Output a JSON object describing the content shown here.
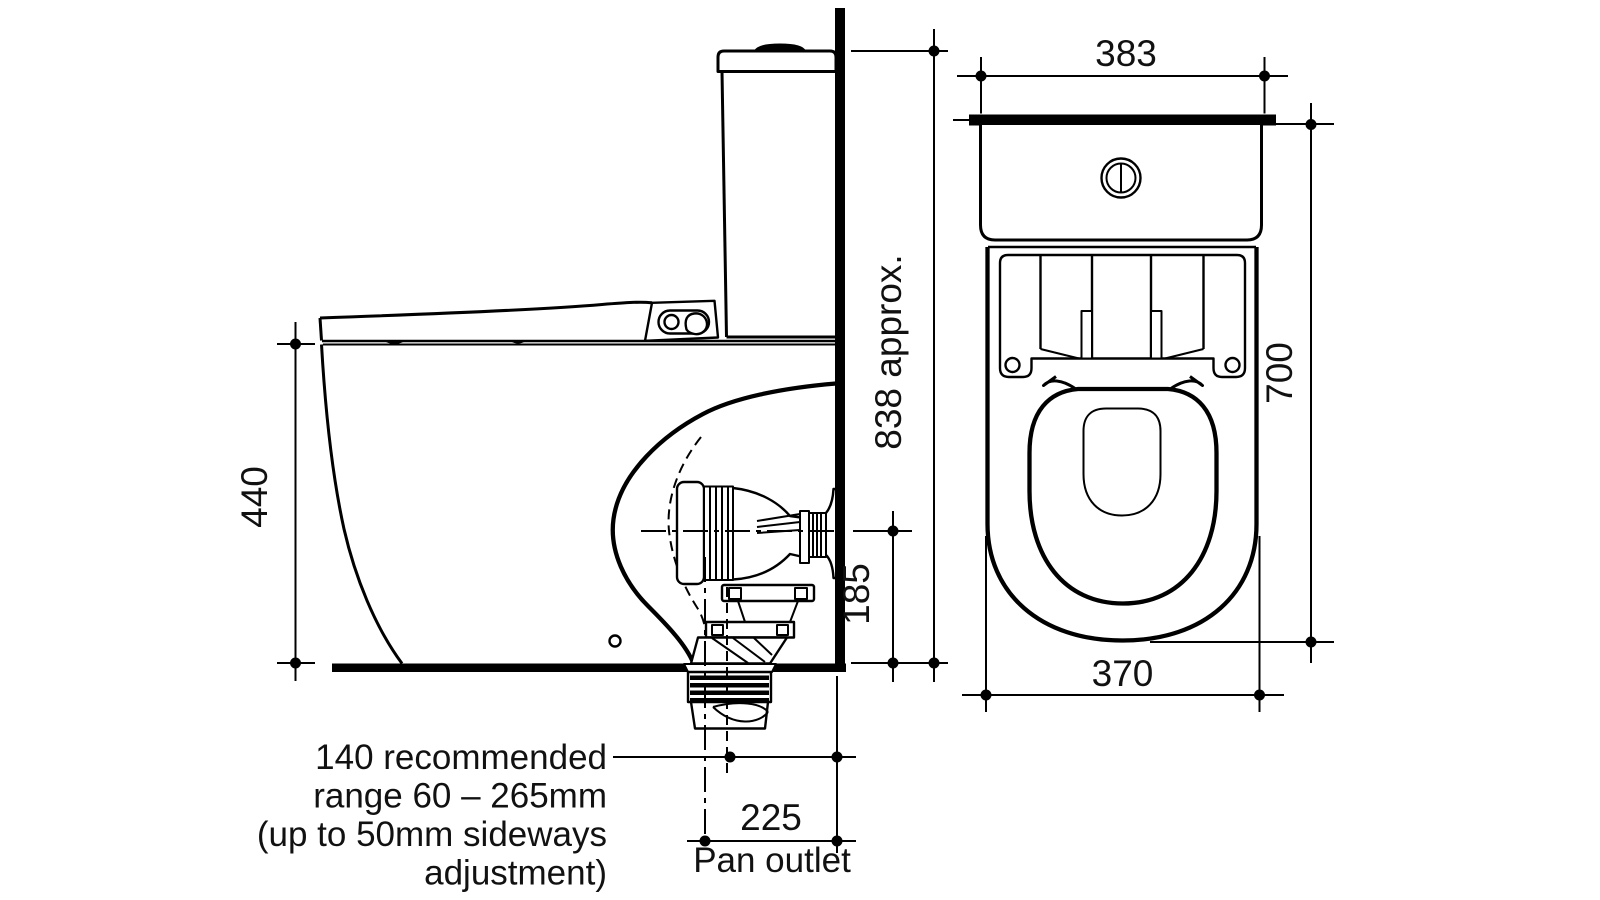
{
  "side_view": {
    "dim_seat_height": "440",
    "dim_total_height": "838 approx.",
    "dim_outlet_centre_height": "185",
    "dim_pan_outlet_setout": "225",
    "pan_outlet_label": "Pan outlet",
    "outlet_note_lines": [
      "140 recommended",
      "range 60 – 265mm",
      "(up to 50mm sideways",
      "adjustment)"
    ]
  },
  "top_view": {
    "dim_cistern_width": "383",
    "dim_overall_depth": "700",
    "dim_pan_width": "370"
  },
  "colors": {
    "line": "#000000",
    "text": "#111111",
    "background": "#ffffff"
  }
}
